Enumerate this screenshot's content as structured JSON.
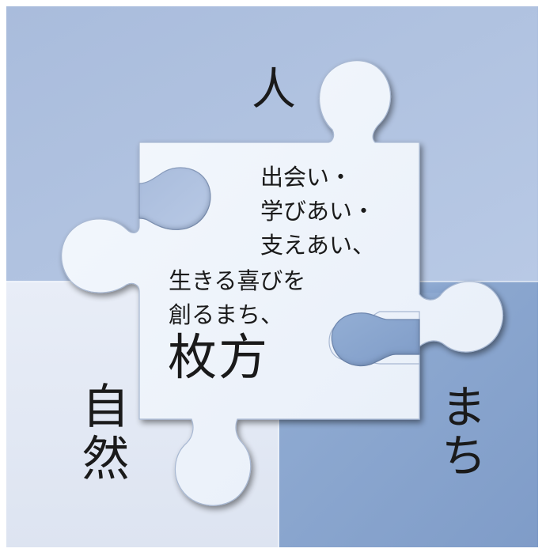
{
  "labels": {
    "top": "人",
    "bottom_left": "自然",
    "bottom_right": "まち"
  },
  "slogan": {
    "line1": "出会い・",
    "line2": "学びあい・",
    "line3": "支えあい、",
    "line4": "生きる喜びを",
    "line5": "創るまち、",
    "city": "枚方"
  },
  "colors": {
    "top_piece": "#b1c3e1",
    "bottom_left_piece": "#e3e9f4",
    "bottom_right_piece": "#8aa7cf",
    "center_piece": "#edf3fb",
    "text": "#1a1a1a"
  }
}
